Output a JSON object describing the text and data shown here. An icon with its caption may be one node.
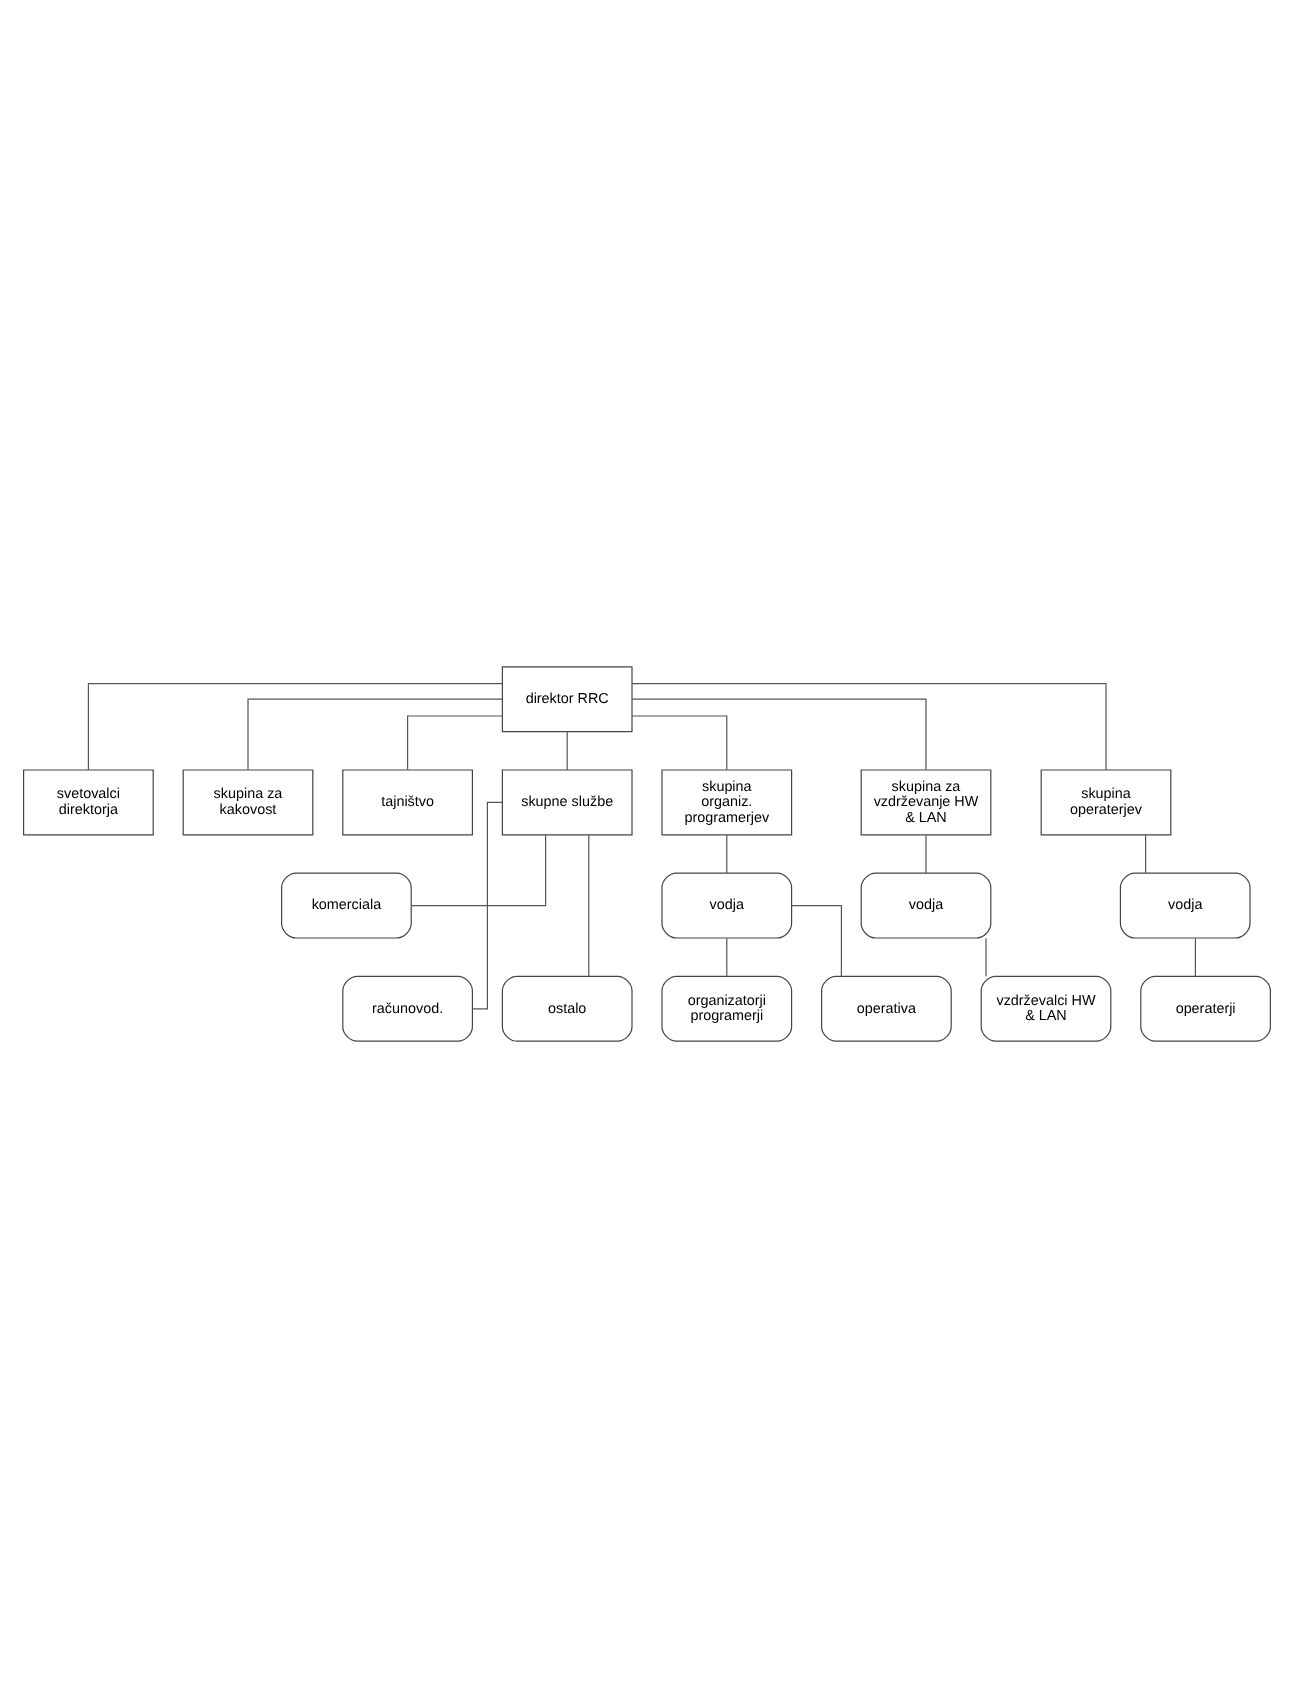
{
  "diagram": {
    "nodes": [
      {
        "text": [
          "direktor RRC"
        ]
      },
      {
        "text": [
          "svetovalci direktorja"
        ]
      },
      {
        "text": [
          "skupina za kakovost"
        ]
      },
      {
        "text": [
          "tajništvo"
        ]
      },
      {
        "text": [
          "skupne službe"
        ]
      },
      {
        "text": [
          "skupina organiz. programerjev"
        ]
      },
      {
        "text": [
          "skupina za vzdrževanje HW & LAN"
        ]
      },
      {
        "text": [
          "skupina operaterjev"
        ]
      },
      {
        "text": [
          "komerciala"
        ]
      },
      {
        "text": [
          "vodja"
        ]
      },
      {
        "text": [
          "vodja"
        ]
      },
      {
        "text": [
          "vodja"
        ]
      },
      {
        "text": [
          "računovod."
        ]
      },
      {
        "text": [
          "organizatorji programerji"
        ]
      },
      {
        "text": [
          "ostalo"
        ]
      },
      {
        "text": [
          "operativa"
        ]
      },
      {
        "text": [
          "vzdrževalci HW & LAN"
        ]
      },
      {
        "text": [
          "operaterji"
        ]
      }
    ],
    "edges": [
      {
        "from": 0,
        "to": 1,
        "arrow": "none"
      },
      {
        "from": 0,
        "to": 2,
        "arrow": "none"
      },
      {
        "from": 0,
        "to": 3,
        "arrow": "none"
      },
      {
        "from": 0,
        "to": 4,
        "arrow": "none"
      },
      {
        "from": 0,
        "to": 5,
        "arrow": "none"
      },
      {
        "from": 0,
        "to": 6,
        "arrow": "none"
      },
      {
        "from": 0,
        "to": 7,
        "arrow": "none"
      },
      {
        "from": 4,
        "to": 8,
        "arrow": "none"
      },
      {
        "from": 4,
        "to": 12,
        "arrow": "none"
      },
      {
        "from": 4,
        "to": 14,
        "arrow": "none"
      },
      {
        "from": 5,
        "to": 9,
        "arrow": "none"
      },
      {
        "from": 9,
        "to": 13,
        "arrow": "none"
      },
      {
        "from": 9,
        "to": 15,
        "arrow": "none"
      },
      {
        "from": 6,
        "to": 10,
        "arrow": "none"
      },
      {
        "from": 10,
        "to": 16,
        "arrow": "none"
      },
      {
        "from": 7,
        "to": 11,
        "arrow": "none"
      },
      {
        "from": 11,
        "to": 17,
        "arrow": "none"
      }
    ]
  }
}
